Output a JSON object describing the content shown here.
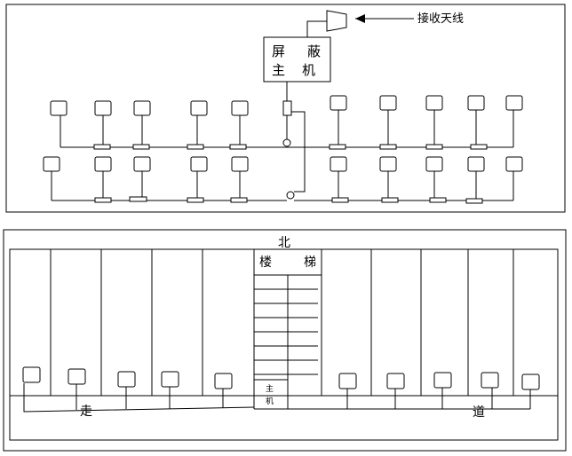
{
  "top_panel": {
    "antenna_label": "接收天线",
    "host_line1_a": "屏",
    "host_line1_b": "蔽",
    "host_line2_a": "主",
    "host_line2_b": "机"
  },
  "bottom_panel": {
    "north_label": "北",
    "stair_label_a": "楼",
    "stair_label_b": "梯",
    "host_label_a": "主",
    "host_label_b": "机",
    "corridor_label_a": "走",
    "corridor_label_b": "道"
  }
}
